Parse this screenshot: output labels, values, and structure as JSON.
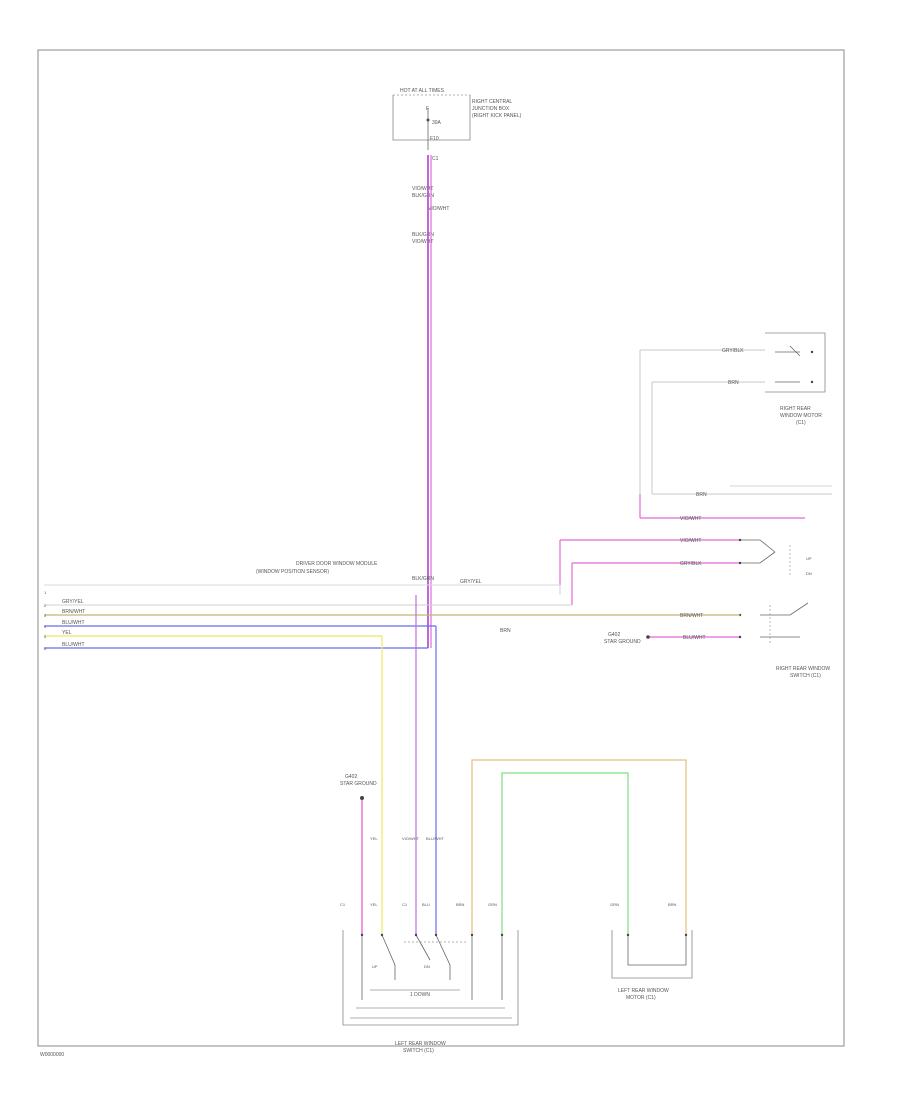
{
  "diagram": {
    "colors": {
      "frame": "#8a8a8a",
      "gray_wire": "#c8c8c8",
      "pink_wire": "#e36bd6",
      "violet_wire": "#b35ad9",
      "tan_wire": "#c8b27a",
      "blue_wire": "#6b6bef",
      "yellow_wire": "#eded78",
      "orange_wire": "#e0b25a",
      "green_wire": "#7fe07f"
    },
    "labels": {
      "fuse_top_left": "HOT AT ALL TIMES",
      "fuse_top_right_1": "RIGHT CENTRAL",
      "fuse_top_right_2": "JUNCTION BOX",
      "fuse_top_right_3": "(RIGHT KICK PANEL)",
      "fuse_box_1": "F",
      "fuse_box_2": "30A",
      "fuse_box_3": "F10",
      "fuse_conn_1": "C1",
      "wire_top_1": "VIO/WHT",
      "wire_top_2": "BLK/GRN",
      "wire_top_3": "VIO/WHT",
      "wire_top_4": "BLK/GRN",
      "wire_mid_1": "VIO/WHT",
      "wire_mid_2": "BLK/GRN",
      "driver_module_1": "DRIVER DOOR WINDOW MODULE",
      "driver_module_2": "(WINDOW POSITION SENSOR)",
      "top_right_wire_1": "GRY/BLK",
      "top_right_wire_2": "BRN",
      "top_right_comp_1": "RIGHT REAR",
      "top_right_comp_2": "WINDOW MOTOR",
      "top_right_comp_3": "(C1)",
      "right_wire_1": "BRN",
      "right_wire_2": "VIO/WHT",
      "right_wire_3": "VIO/WHT",
      "right_wire_4": "GRY/BLK",
      "right_wire_5": "BRN/WHT",
      "right_wire_6": "BLU/WHT",
      "right_ground": "G402",
      "right_ground_label": "STAR GROUND",
      "right_switch_1": "RIGHT REAR WINDOW",
      "right_switch_2": "SWITCH (C1)",
      "bus_1": "GRY/YEL",
      "bus_2": "BRN/WHT",
      "bus_3": "BLU/WHT",
      "bus_4": "YEL",
      "bus_5": "BLU/WHT",
      "bus_mid": "GRY/YEL",
      "bus_right": "BRN",
      "mid_ground": "G402",
      "mid_ground_label": "STAR GROUND",
      "left_switch_label_1": "LEFT REAR WINDOW",
      "left_switch_label_2": "SWITCH (C1)",
      "left_motor_label_1": "LEFT REAR WINDOW",
      "left_motor_label_2": "MOTOR (C1)",
      "bottom_note": "1 DOWN",
      "footer": "W0000000"
    }
  }
}
